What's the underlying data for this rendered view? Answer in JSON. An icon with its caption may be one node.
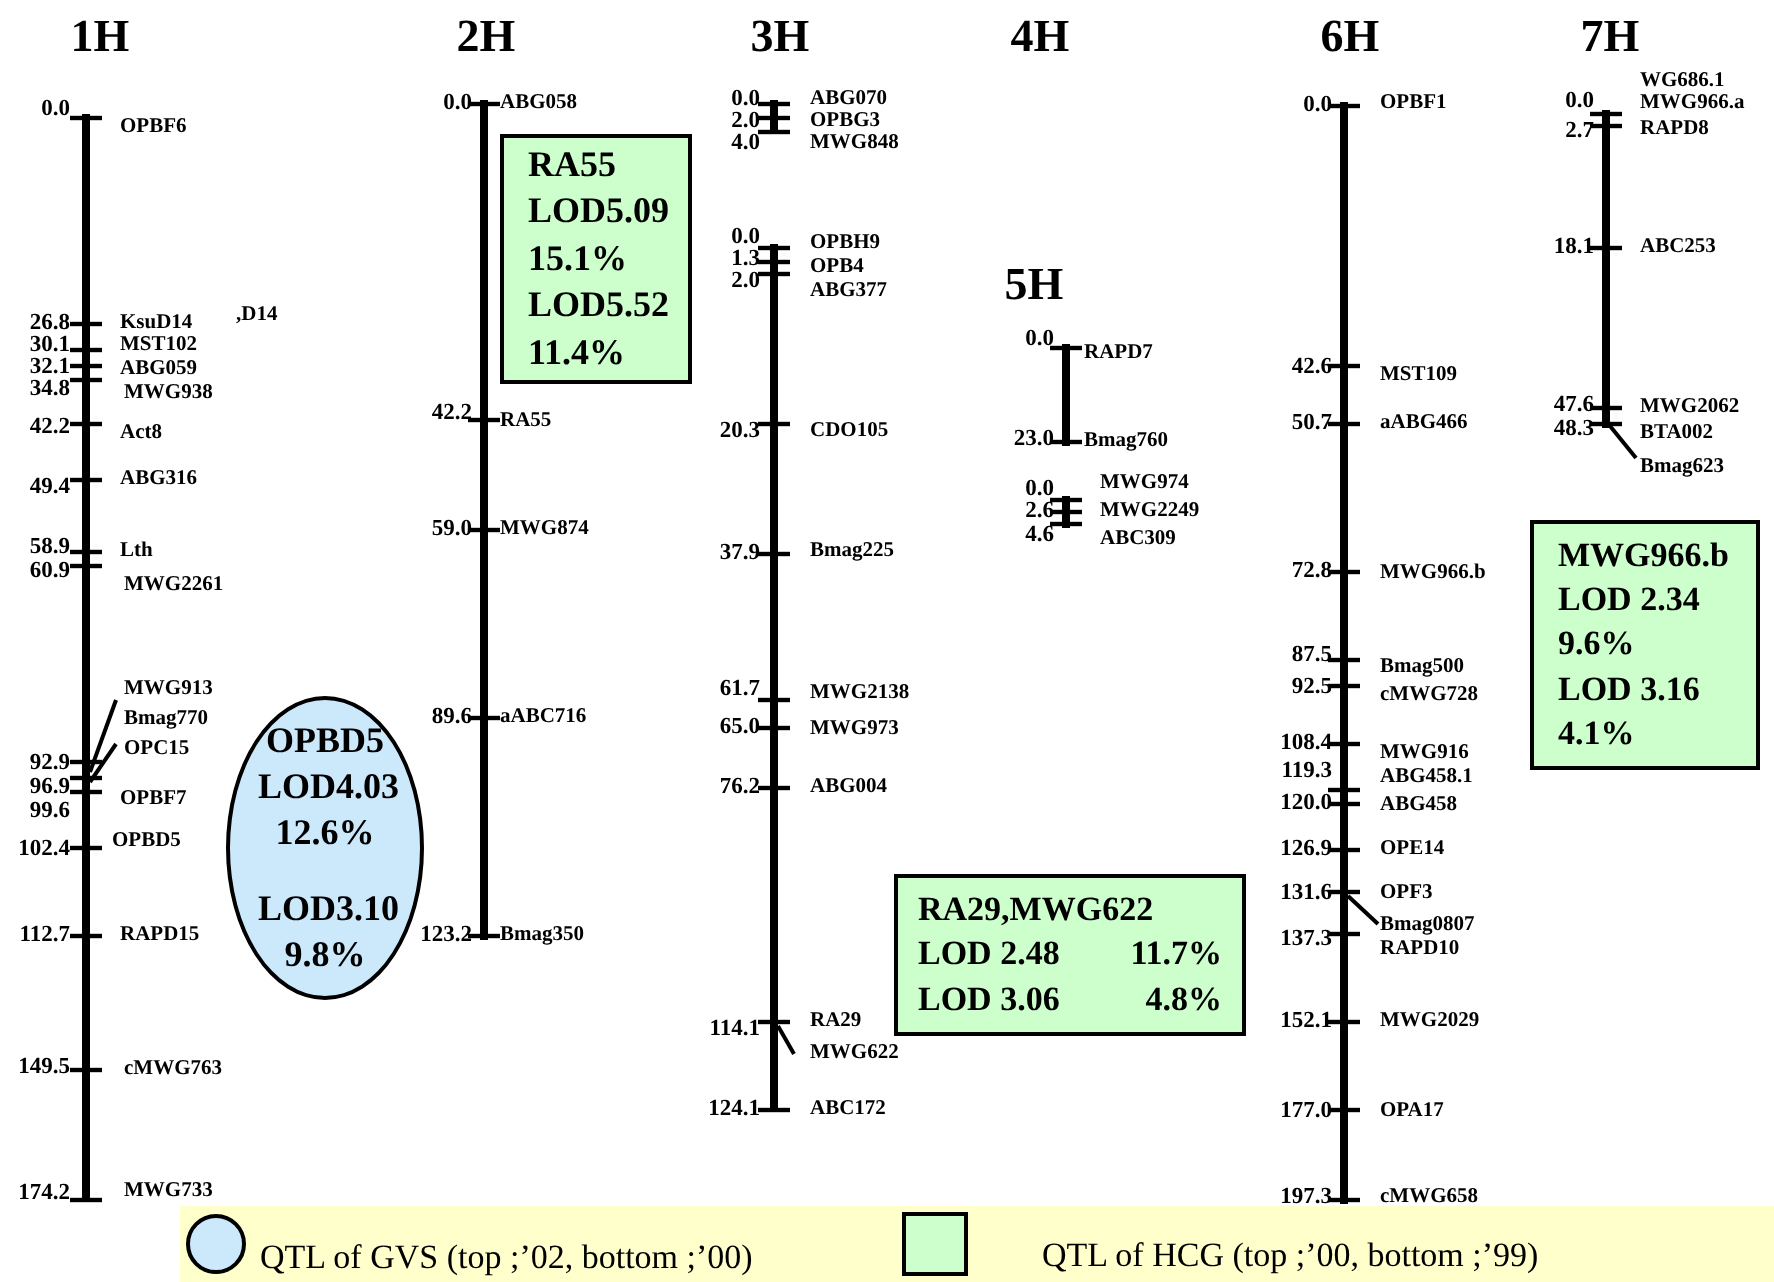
{
  "diagram": {
    "nodes": [
      {
        "text": [
          "OPBD5",
          "LOD4.03 12.6%",
          "LOD3.10 9.8%"
        ]
      },
      {
        "text": [
          "RA55",
          "LOD5.09 15.1%",
          "LOD5.52 11.4%"
        ]
      },
      {
        "text": [
          "RA29,MWG622",
          "LOD 2.48",
          "11.7%",
          "LOD 3.06",
          "4.8%"
        ]
      },
      {
        "text": [
          "MWG966.b",
          "LOD 2.34 9.6%",
          "LOD 3.16 4.1%"
        ]
      }
    ],
    "labels": [
      "1H",
      "0.0",
      "OPBF6",
      "26.8",
      "KsuD14",
      ",D14",
      "30.1",
      "MST102",
      "32.1",
      "ABG059",
      "34.8",
      "MWG938",
      "42.2",
      "Act8",
      "49.4",
      "ABG316",
      "58.9",
      "Lth",
      "60.9",
      "MWG2261",
      "MWG913",
      "Bmag770",
      "OPC15",
      "92.9",
      "96.9",
      "99.6",
      "OPBF7",
      "102.4",
      "OPBD5",
      "112.7",
      "RAPD15",
      "149.5",
      "cMWG763",
      "174.2",
      "MWG733",
      "2H",
      "0.0",
      "ABG058",
      "42.2",
      "RA55",
      "59.0",
      "MWG874",
      "89.6",
      "aABC716",
      "123.2",
      "Bmag350",
      "3H",
      "0.0",
      "ABG070",
      "2.0",
      "OPBG3",
      "4.0",
      "MWG848",
      "0.0",
      "OPBH9",
      "1.3",
      "OPB4",
      "2.0",
      "ABG377",
      "20.3",
      "CDO105",
      "37.9",
      "Bmag225",
      "61.7",
      "MWG2138",
      "65.0",
      "MWG973",
      "76.2",
      "ABG004",
      "114.1",
      "RA29",
      "MWG622",
      "124.1",
      "ABC172",
      "4H",
      "5H",
      "0.0",
      "RAPD7",
      "23.0",
      "Bmag760",
      "0.0",
      "MWG974",
      "2.6",
      "MWG2249",
      "4.6",
      "ABC309",
      "6H",
      "0.0",
      "OPBF1",
      "42.6",
      "MST109",
      "50.7",
      "aABG466",
      "72.8",
      "MWG966.b",
      "87.5",
      "Bmag500",
      "92.5",
      "cMWG728",
      "108.4",
      "MWG916",
      "119.3",
      "ABG458.1",
      "120.0",
      "ABG458",
      "126.9",
      "OPE14",
      "131.6",
      "OPF3",
      "Bmag0807",
      "137.3",
      "RAPD10",
      "152.1",
      "MWG2029",
      "177.0",
      "OPA17",
      "197.3",
      "cMWG658",
      "7H",
      "WG686.1",
      "0.0",
      "MWG966.a",
      "2.7",
      "RAPD8",
      "18.1",
      "ABC253",
      "47.6",
      "MWG2062",
      "48.3",
      "BTA002",
      "Bmag623"
    ],
    "legend": [
      {
        "text": "QTL of GVS (top ;’02, bottom ;’00)",
        "color": "#cce8fb"
      },
      {
        "text": "QTL of HCG (top ;’00, bottom ;’99)",
        "color": "#ccffcc"
      }
    ]
  }
}
